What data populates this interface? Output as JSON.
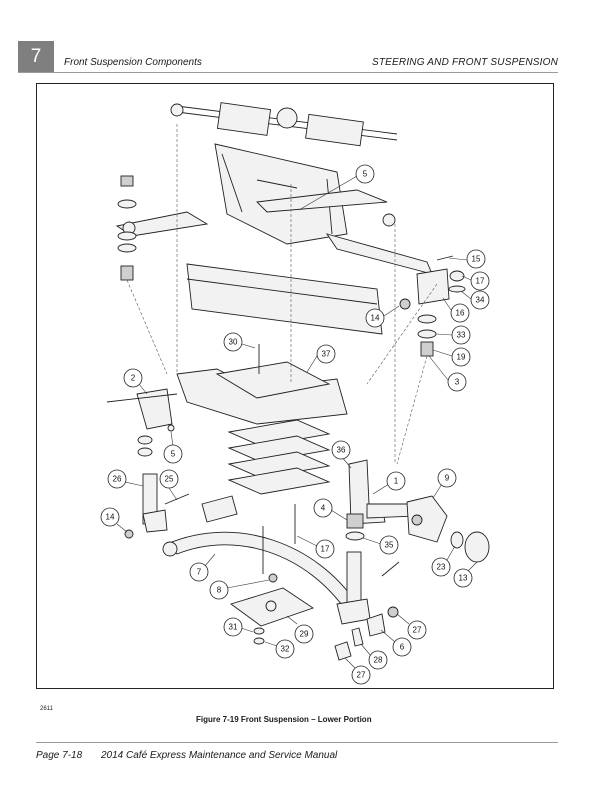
{
  "header": {
    "chapter_number": "7",
    "section_title": "Front Suspension Components",
    "chapter_title": "STEERING AND FRONT SUSPENSION"
  },
  "figure": {
    "drawing_number": "2611",
    "caption": "Figure 7-19   Front Suspension – Lower Portion",
    "callouts": [
      "5",
      "15",
      "17",
      "34",
      "16",
      "14",
      "33",
      "19",
      "3",
      "30",
      "37",
      "2",
      "5",
      "36",
      "1",
      "9",
      "26",
      "25",
      "14",
      "4",
      "35",
      "17",
      "23",
      "13",
      "7",
      "8",
      "31",
      "29",
      "32",
      "27",
      "6",
      "28",
      "27"
    ]
  },
  "footer": {
    "page_label": "Page 7-18",
    "manual_title": "2014 Café Express Maintenance and Service Manual"
  }
}
